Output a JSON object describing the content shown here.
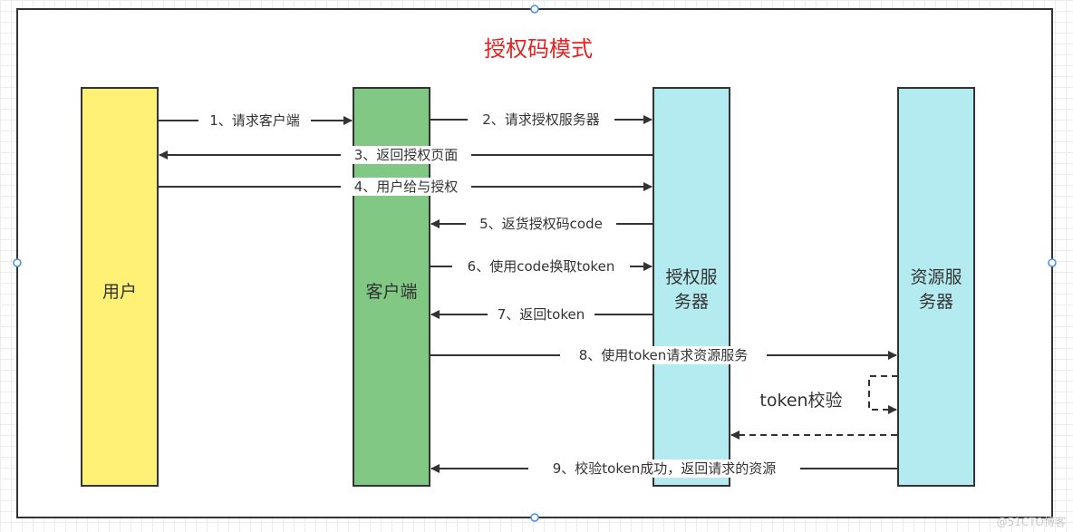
{
  "title": "授权码模式",
  "colors": {
    "user": "#fff176",
    "client": "#80c883",
    "auth_server": "#b3ebf0",
    "resource_server": "#b3ebf0",
    "title": "#e52222",
    "line": "#333333"
  },
  "participants": {
    "user": "用户",
    "client": "客户端",
    "auth_server_line1": "授权服",
    "auth_server_line2": "务器",
    "resource_server_line1": "资源服",
    "resource_server_line2": "务器"
  },
  "messages": [
    {
      "from": "user",
      "to": "client",
      "label": "1、请求客户端",
      "style": "solid"
    },
    {
      "from": "client",
      "to": "auth_server",
      "label": "2、请求授权服务器",
      "style": "solid"
    },
    {
      "from": "auth_server",
      "to": "user",
      "label": "3、返回授权页面",
      "style": "solid"
    },
    {
      "from": "user",
      "to": "auth_server",
      "label": "4、用户给与授权",
      "style": "solid"
    },
    {
      "from": "auth_server",
      "to": "client",
      "label": "5、返货授权码code",
      "style": "solid"
    },
    {
      "from": "client",
      "to": "auth_server",
      "label": "6、使用code换取token",
      "style": "solid"
    },
    {
      "from": "auth_server",
      "to": "client",
      "label": "7、返回token",
      "style": "solid"
    },
    {
      "from": "client",
      "to": "resource_server",
      "label": "8、使用token请求资源服务",
      "style": "solid"
    },
    {
      "from": "resource_server",
      "to": "resource_server",
      "label": "token校验",
      "style": "dashed"
    },
    {
      "from": "resource_server",
      "to": "auth_server",
      "label": "",
      "style": "dashed"
    },
    {
      "from": "resource_server",
      "to": "client",
      "label": "9、校验token成功，返回请求的资源",
      "style": "solid"
    }
  ],
  "watermark": "@51CTO博客"
}
